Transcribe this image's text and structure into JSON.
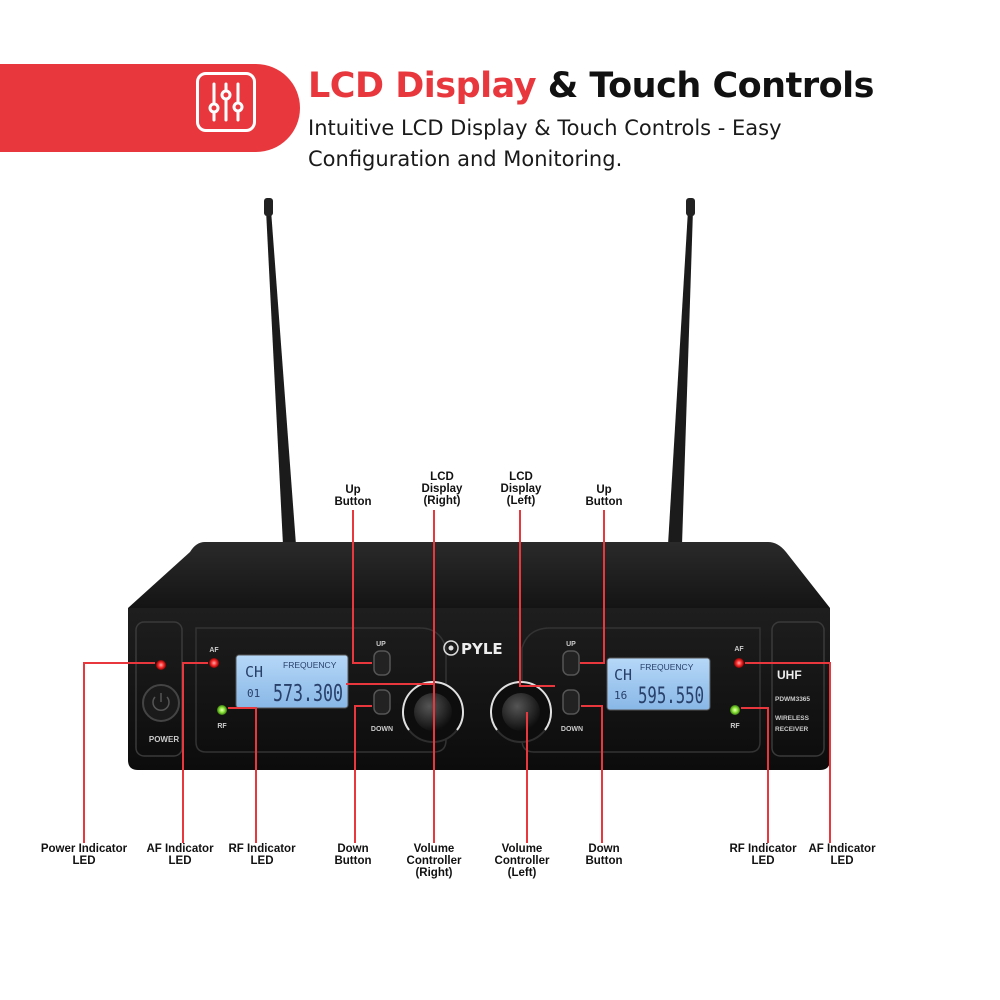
{
  "header": {
    "title_accent": "LCD Display",
    "title_rest": "& Touch Controls",
    "subtitle": "Intuitive LCD Display & Touch Controls - Easy Configuration and Monitoring.",
    "icon": "sliders-icon"
  },
  "colors": {
    "accent": "#e8383d",
    "lcd": "#9cc6ef",
    "led_red": "#ff3030",
    "led_green": "#7fe03a",
    "body": "#1c1c1c"
  },
  "device": {
    "brand": "PYLE",
    "model_badge": "UHF",
    "model_number": "PDWM3365",
    "type_line1": "WIRELESS",
    "type_line2": "RECEIVER",
    "power_label": "POWER",
    "af_label": "AF",
    "rf_label": "RF",
    "up_label": "UP",
    "down_label": "DOWN",
    "lcd_right": {
      "ch_label": "CH",
      "freq_label": "FREQUENCY",
      "channel": "01",
      "frequency": "573.300"
    },
    "lcd_left": {
      "ch_label": "CH",
      "freq_label": "FREQUENCY",
      "channel": "16",
      "frequency": "595.550"
    }
  },
  "callouts": {
    "up_button_right": "Up\nButton",
    "lcd_display_right": "LCD\nDisplay\n(Right)",
    "lcd_display_left": "LCD\nDisplay\n(Left)",
    "up_button_left": "Up\nButton",
    "power_indicator_led": "Power Indicator\nLED",
    "af_indicator_led_right": "AF Indicator\nLED",
    "rf_indicator_led_right": "RF Indicator\nLED",
    "down_button_right": "Down\nButton",
    "volume_controller_right": "Volume\nController\n(Right)",
    "volume_controller_left": "Volume\nController\n(Left)",
    "down_button_left": "Down\nButton",
    "rf_indicator_led_left": "RF Indicator\nLED",
    "af_indicator_led_left": "AF Indicator\nLED"
  }
}
